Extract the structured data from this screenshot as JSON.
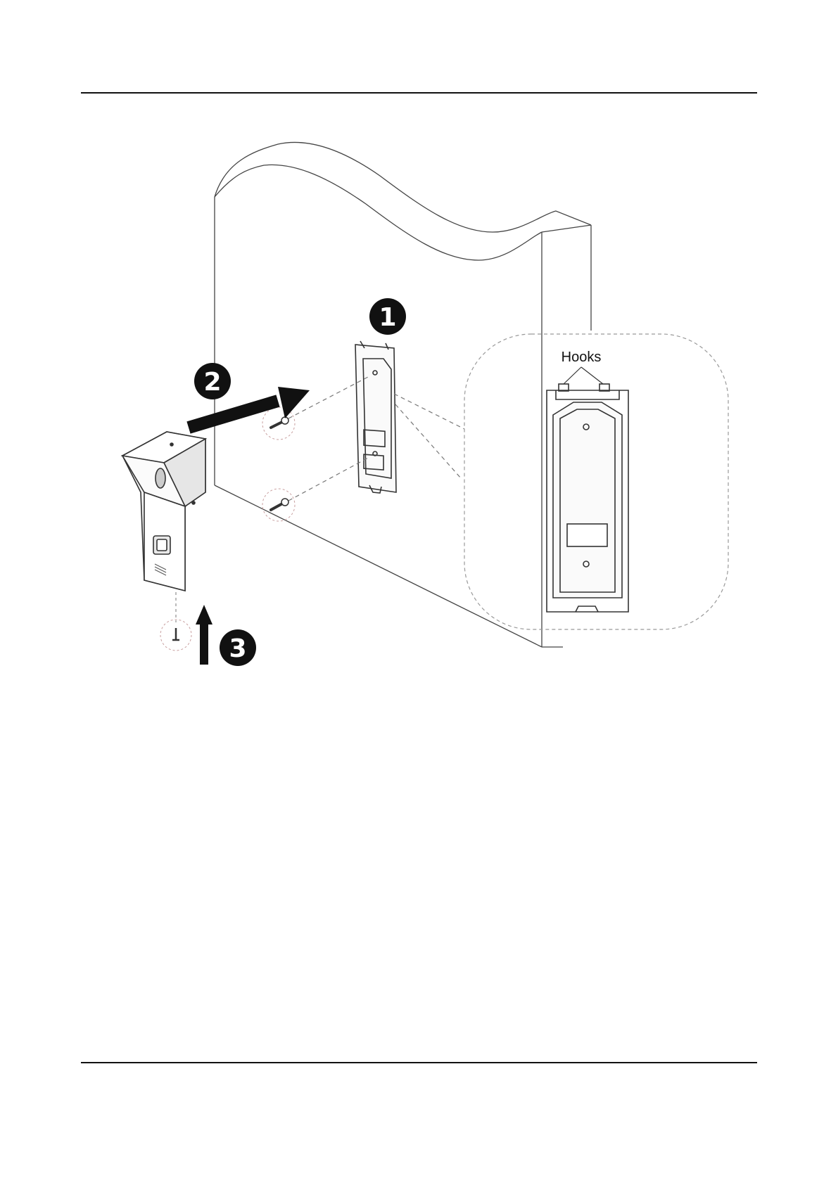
{
  "figure": {
    "steps": [
      "1",
      "2",
      "3"
    ],
    "callout": {
      "label": "Hooks"
    }
  },
  "colors": {
    "line": "#333333",
    "dashed": "#888888",
    "badge": "#111111",
    "bg": "#ffffff"
  }
}
